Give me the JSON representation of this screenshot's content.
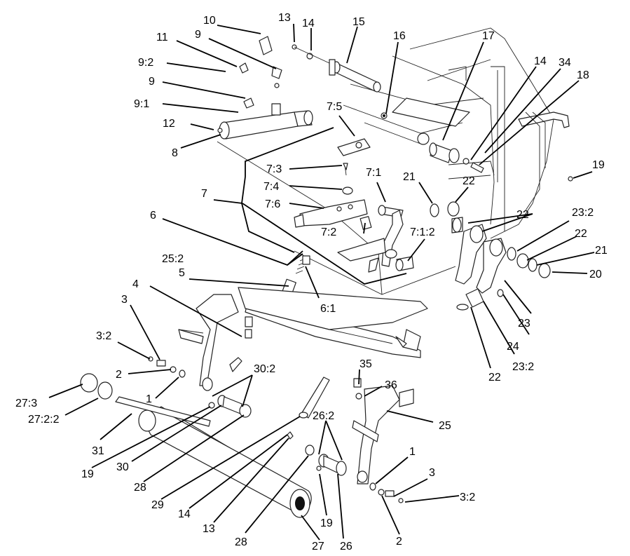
{
  "labels": [
    "10",
    "13",
    "14",
    "15",
    "11",
    "9",
    "9:2",
    "9",
    "9:1",
    "12",
    "8",
    "16",
    "17",
    "14",
    "34",
    "18",
    "7:5",
    "19",
    "7:3",
    "7:4",
    "7:6",
    "7",
    "7:1",
    "21",
    "22",
    "22",
    "23:2",
    "7:2",
    "7:1:2",
    "6",
    "22",
    "21",
    "25:2",
    "5",
    "20",
    "4",
    "6:1",
    "3",
    "23",
    "24",
    "3:2",
    "2",
    "30:2",
    "1",
    "35",
    "36",
    "22",
    "23:2",
    "27:3",
    "27:2:2",
    "26:2",
    "25",
    "31",
    "1",
    "3",
    "19",
    "30",
    "28",
    "29",
    "3:2",
    "14",
    "13",
    "19",
    "28",
    "27",
    "26",
    "2"
  ],
  "colors": {
    "ink": "#000000",
    "paper": "#ffffff"
  }
}
